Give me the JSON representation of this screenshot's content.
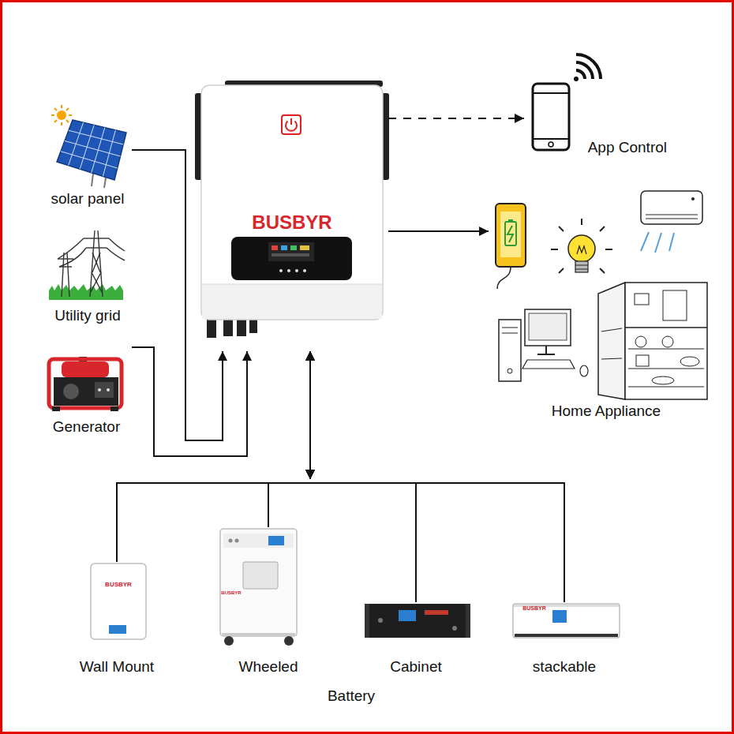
{
  "diagram": {
    "nodes": [
      {
        "text": [
          "BUSBYR"
        ]
      },
      {
        "text": [
          "solar panel"
        ]
      },
      {
        "text": [
          "Utility grid"
        ]
      },
      {
        "text": [
          "Generator"
        ]
      },
      {
        "text": [
          "App Control"
        ]
      },
      {
        "text": [
          "Home Appliance"
        ]
      },
      {
        "text": [
          "Wall Mount"
        ]
      },
      {
        "text": [
          "Wheeled"
        ]
      },
      {
        "text": [
          "Cabinet"
        ]
      },
      {
        "text": [
          "stackable"
        ]
      }
    ],
    "edges": [
      {
        "from": 1,
        "to": 0,
        "arrow": "to"
      },
      {
        "from": 3,
        "to": 0,
        "arrow": "to"
      },
      {
        "from": 0,
        "to": 4,
        "arrow": "to"
      },
      {
        "from": 0,
        "to": 5,
        "arrow": "to"
      },
      {
        "from": 0,
        "to": 6,
        "arrow": "both"
      },
      {
        "from": 0,
        "to": 7,
        "arrow": "both"
      },
      {
        "from": 0,
        "to": 8,
        "arrow": "both"
      },
      {
        "from": 0,
        "to": 9,
        "arrow": "both"
      }
    ],
    "labels": [
      "BUSBYR",
      "BUSBYR",
      "BUSBYR",
      "Battery"
    ]
  }
}
